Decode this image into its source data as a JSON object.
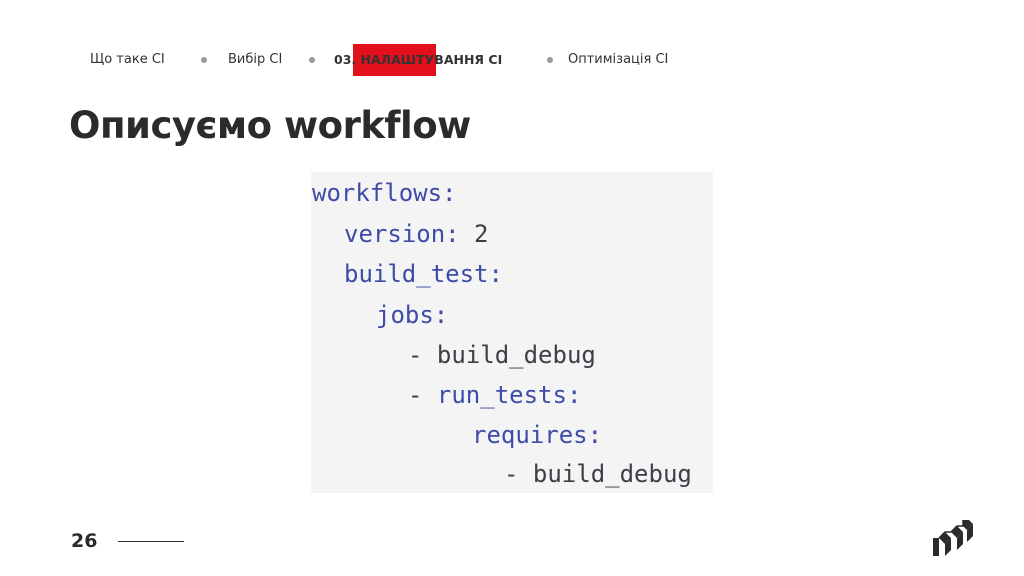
{
  "nav": {
    "items": [
      {
        "label": "Що таке CI",
        "active": false
      },
      {
        "label": "Вибір CI",
        "active": false
      },
      {
        "label": "03. НАЛАШТУВАННЯ CI",
        "active": true
      },
      {
        "label": "Оптимізація CI",
        "active": false
      }
    ]
  },
  "title": "Описуємо workflow",
  "code": {
    "lines": [
      {
        "key": "workflows:",
        "value": ""
      },
      {
        "key": "version:",
        "value": " 2"
      },
      {
        "key": "build_test:",
        "value": ""
      },
      {
        "key": "jobs:",
        "value": ""
      },
      {
        "key": "",
        "value": "- build_debug"
      },
      {
        "key": "run_tests:",
        "value": "- "
      },
      {
        "key": "requires:",
        "value": ""
      },
      {
        "key": "",
        "value": "- build_debug"
      }
    ]
  },
  "footer": {
    "page_number": "26"
  },
  "colors": {
    "accent": "#e3101b",
    "code_key": "#3e4ba8",
    "code_value": "#3b3f47",
    "code_background": "#f4f4f4"
  },
  "icons": {
    "logo": "stairs-logo-icon"
  }
}
